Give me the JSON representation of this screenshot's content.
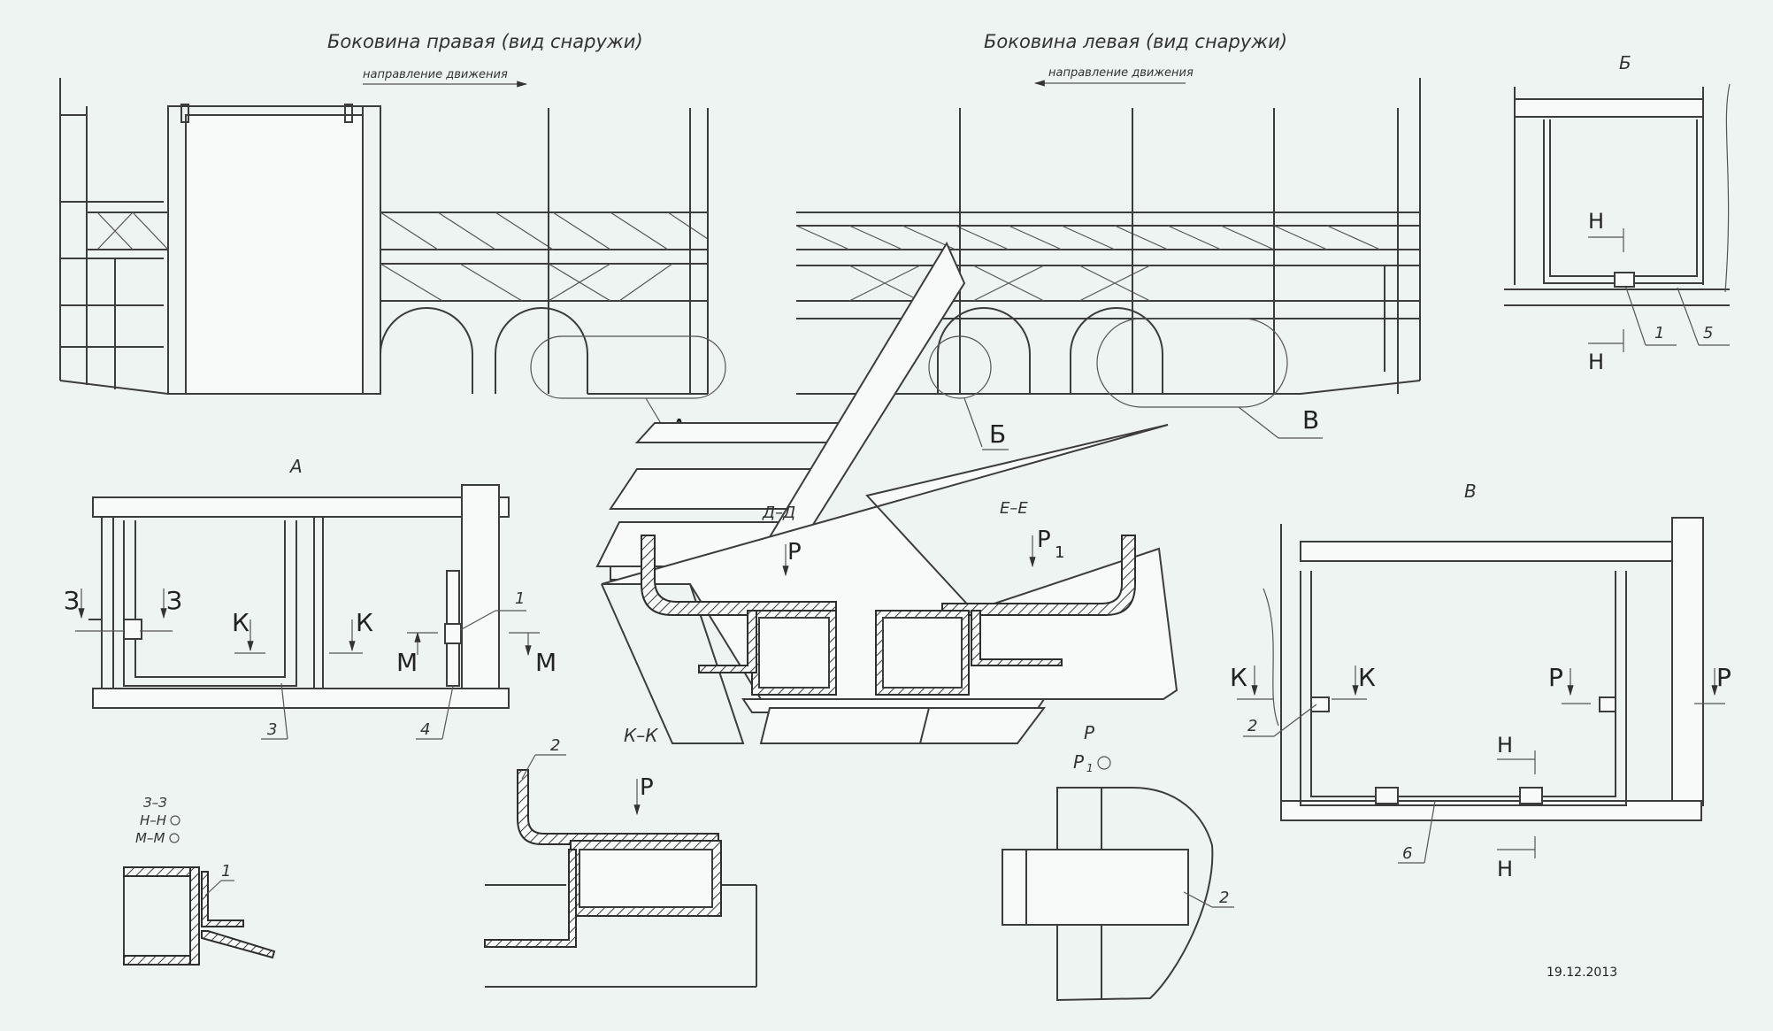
{
  "titles": {
    "right_side": "Боковина правая (вид снаружи)",
    "left_side": "Боковина левая (вид снаружи)",
    "direction": "направление движения"
  },
  "views": {
    "A": "А",
    "B": "Б",
    "V": "В",
    "D": "Д–Д",
    "E": "Е–Е",
    "K": "К–К",
    "R": "Р",
    "Z": "З–З",
    "N": "Н–Н",
    "M": "М–М"
  },
  "section_letters": {
    "Z": "З",
    "K": "К",
    "M": "М",
    "N": "Н",
    "R": "Р",
    "P1": "Р",
    "P1_sub": "1"
  },
  "callouts": [
    "1",
    "2",
    "3",
    "4",
    "5",
    "6"
  ],
  "date": "19.12.2013"
}
